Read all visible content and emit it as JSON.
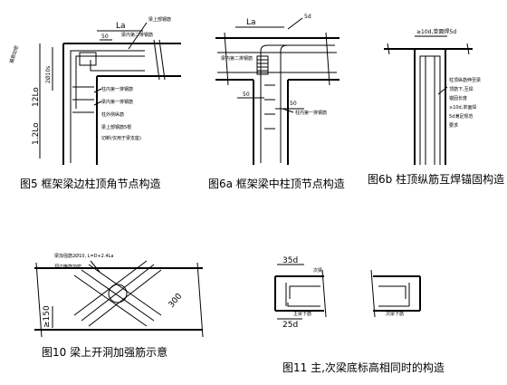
{
  "figures": {
    "f5": {
      "title": "图5 框架梁边柱顶角节点构造",
      "dims": {
        "la": "La",
        "d50": "50",
        "v1": "2Ø10s",
        "v2": "12Lo",
        "v3": "1.2Lo"
      },
      "notes": {
        "n1": "梁内第二排钢筋",
        "n2": "柱内第一排钢筋",
        "n3": "梁上部钢筋",
        "n4": "柱外侧纵筋",
        "n5": "梁内第一排钢筋",
        "n6": "梁上部钢筋5根",
        "n7": "切断(仅用于梁支座)",
        "n8": "箍筋加密"
      }
    },
    "f6a": {
      "title": "图6a 框架梁中柱顶节点构造",
      "dims": {
        "la": "La",
        "d5": "5d",
        "d50a": "50",
        "d50b": "50"
      },
      "notes": {
        "n1": "梁内第二排钢筋",
        "n2": "柱内第一排钢筋"
      }
    },
    "f6b": {
      "title": "图6b 柱顶纵筋互焊锚固构造",
      "dims": {
        "top": "≥10d,单面焊5d"
      },
      "notes": {
        "n1": "柱顶纵筋伸至梁",
        "n2": "顶筋下,互焊",
        "n3": "锚固长度",
        "n4": "≥10d,单面焊",
        "n5": "5d满足规范",
        "n6": "要求"
      }
    },
    "f10": {
      "title": "图10 梁上开洞加强筋示意",
      "notes": {
        "n1": "梁加强筋2Ø10, L=D+2.4La",
        "n2": "洞边箍筋加密"
      },
      "dims": {
        "d300": "300",
        "d150": "≥150"
      }
    },
    "f11": {
      "title": "图11 主,次梁底标高相同时的构造",
      "dims": {
        "d35": "35d",
        "d25": "25d"
      },
      "notes": {
        "n1": "次梁",
        "n2": "主梁下筋",
        "n3": "次梁下筋"
      }
    }
  }
}
